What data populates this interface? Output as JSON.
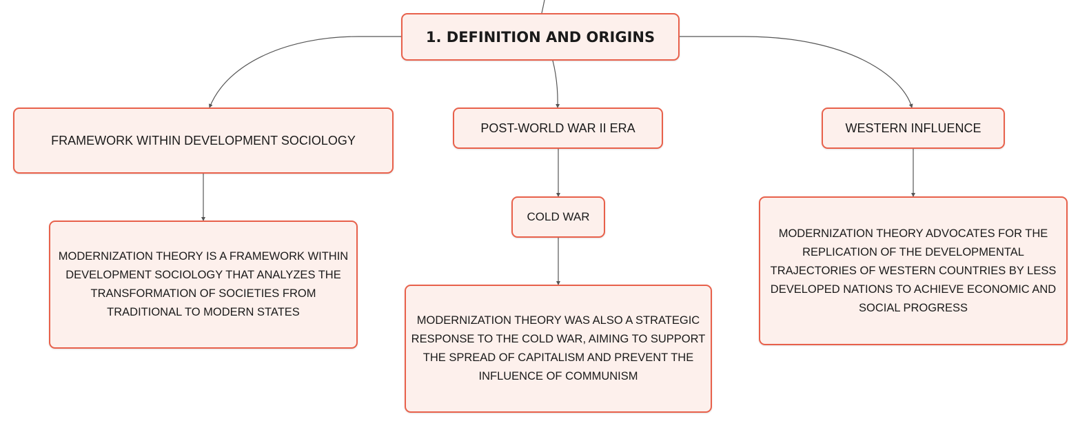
{
  "diagram": {
    "colors": {
      "node_border": "#e8604a",
      "node_fill": "#fdf0ec",
      "connector": "#555555"
    },
    "root": {
      "label": "1. DEFINITION AND ORIGINS"
    },
    "branches": {
      "framework": {
        "label": "FRAMEWORK WITHIN DEVELOPMENT SOCIOLOGY",
        "detail": [
          "MODERNIZATION THEORY IS A FRAMEWORK WITHIN",
          "DEVELOPMENT SOCIOLOGY THAT ANALYZES THE",
          "TRANSFORMATION OF SOCIETIES FROM",
          "TRADITIONAL TO MODERN STATES"
        ]
      },
      "postwar": {
        "label": "POST-WORLD WAR II ERA",
        "child": {
          "label": "COLD WAR",
          "detail": [
            "MODERNIZATION THEORY WAS ALSO A STRATEGIC",
            "RESPONSE TO THE COLD WAR, AIMING TO SUPPORT",
            "THE SPREAD OF CAPITALISM AND PREVENT THE",
            "INFLUENCE OF COMMUNISM"
          ]
        }
      },
      "western": {
        "label": "WESTERN INFLUENCE",
        "detail": [
          "MODERNIZATION THEORY ADVOCATES FOR THE",
          "REPLICATION OF THE DEVELOPMENTAL",
          "TRAJECTORIES OF WESTERN COUNTRIES BY LESS",
          "DEVELOPED NATIONS TO ACHIEVE ECONOMIC AND",
          "SOCIAL PROGRESS"
        ]
      }
    }
  }
}
